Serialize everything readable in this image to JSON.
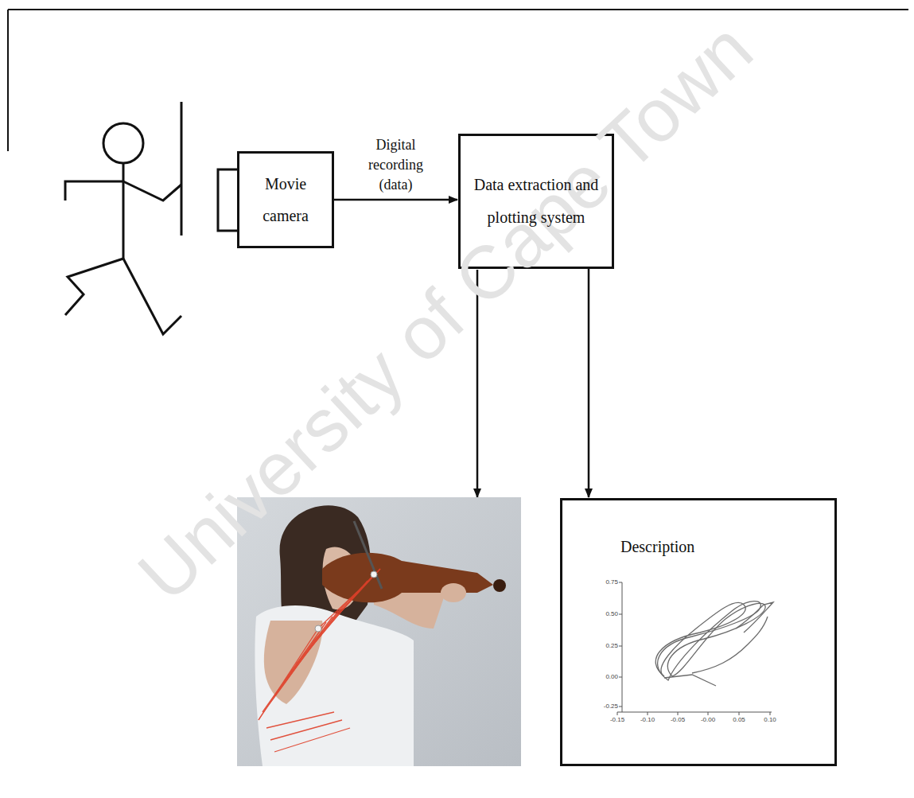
{
  "diagram": {
    "nodes": [
      {
        "text": [
          "Movie camera"
        ]
      },
      {
        "text": [
          "Data extraction and plotting system"
        ]
      },
      {
        "text": [
          "Description"
        ]
      }
    ],
    "edges": [
      {
        "from": 0,
        "to": 1,
        "arrow": "to",
        "label": "Digital recording (data)"
      },
      {
        "from": 1,
        "to": 2,
        "arrow": "to"
      }
    ],
    "labels": [
      "University of Cape Town",
      "0.75",
      "0.50",
      "0.25",
      "0.00",
      "-0.25",
      "-0.15",
      "-0.10",
      "-0.05",
      "-0.00",
      "0.05",
      "0.10"
    ]
  }
}
